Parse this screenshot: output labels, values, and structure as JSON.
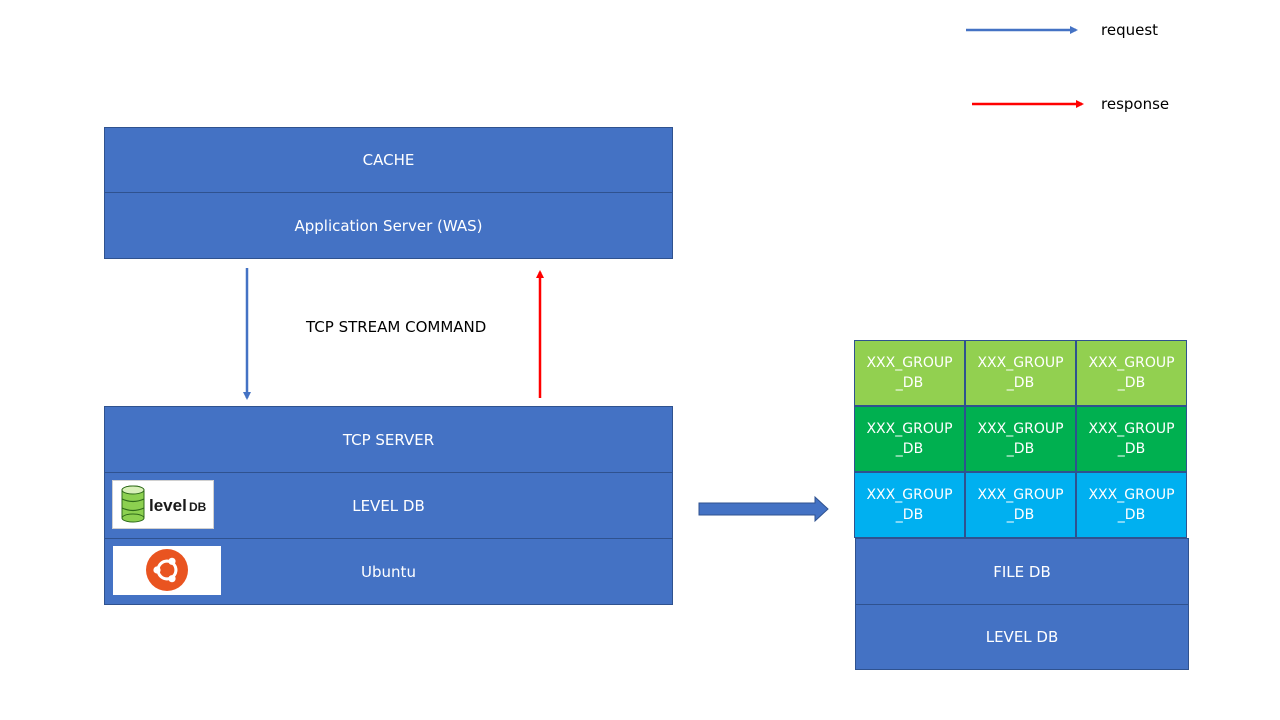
{
  "legend": {
    "request_label": "request",
    "response_label": "response",
    "request_color": "#4472c4",
    "response_color": "#ff0000"
  },
  "client_stack": {
    "cache": "CACHE",
    "app_server": "Application Server (WAS)"
  },
  "protocol_label": "TCP STREAM COMMAND",
  "server_stack": {
    "tcp_server": "TCP SERVER",
    "level_db": "LEVEL DB",
    "ubuntu": "Ubuntu",
    "leveldb_logo_text": "levelDB",
    "leveldb_logo_icon": "leveldb-logo",
    "ubuntu_logo_icon": "ubuntu-logo"
  },
  "storage": {
    "rows": [
      {
        "color": "#92d050",
        "cells": [
          "XXX_GROUP\n_DB",
          "XXX_GROUP\n_DB",
          "XXX_GROUP\n_DB"
        ]
      },
      {
        "color": "#00b050",
        "cells": [
          "XXX_GROUP\n_DB",
          "XXX_GROUP\n_DB",
          "XXX_GROUP\n_DB"
        ]
      },
      {
        "color": "#00b0f0",
        "cells": [
          "XXX_GROUP\n_DB",
          "XXX_GROUP\n_DB",
          "XXX_GROUP\n_DB"
        ]
      }
    ],
    "file_db": "FILE DB",
    "level_db": "LEVEL DB"
  },
  "colors": {
    "box_blue": "#4472c4",
    "box_border": "#2f528f"
  }
}
